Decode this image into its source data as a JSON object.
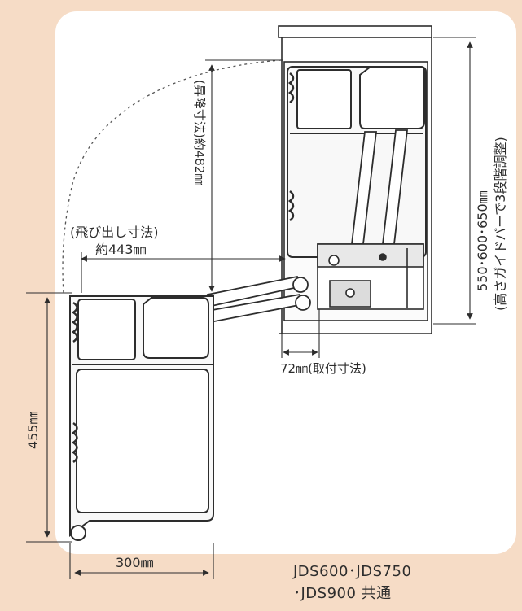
{
  "dimensions": {
    "projection_label_1": "(飛び出し寸法)",
    "projection_label_2": "約443㎜",
    "lift_label": "(昇降寸法)約482㎜",
    "mount_label": "72㎜(取付寸法)",
    "height_label_1": "550･600･650㎜",
    "height_label_2": "(高さガイドバーで3段階調整)",
    "depth_label": "455㎜",
    "width_label": "300㎜"
  },
  "product": {
    "line1": "JDS600･JDS750",
    "line2": "･JDS900 共通"
  },
  "colors": {
    "background": "#f6dcc6",
    "panel": "#ffffff",
    "line": "#2d2d2d",
    "cabinet_fill": "#f8f8f8"
  }
}
